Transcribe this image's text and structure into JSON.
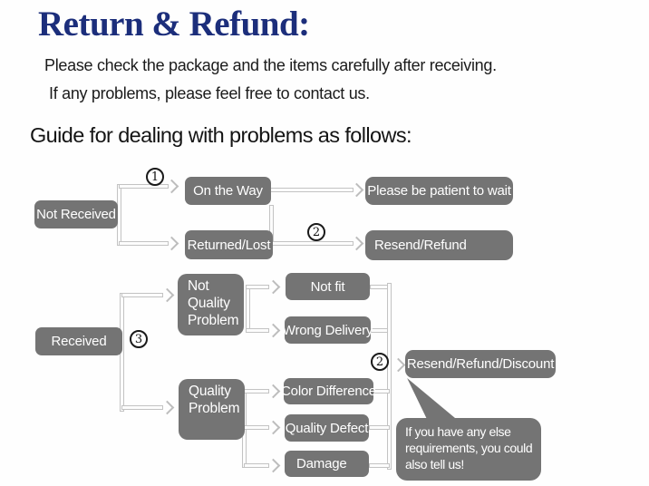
{
  "page": {
    "title": "Return & Refund:",
    "intro_line1": "Please check the package and the items carefully after receiving.",
    "intro_line2": "If any problems, please feel free to contact us.",
    "guide_heading": "Guide for dealing with problems as follows:"
  },
  "colors": {
    "title_navy": "#1c2e7b",
    "box_gray": "#747474",
    "connector_gray": "#c3c3c3",
    "body_text": "#1b1b1b",
    "box_text": "#ffffff"
  },
  "flowchart": {
    "markers": {
      "step1": "1",
      "step2_top": "2",
      "step3": "3",
      "step2_bottom": "2"
    },
    "nodes": {
      "not_received": "Not Received",
      "on_the_way": "On the Way",
      "please_wait": "Please be patient to wait",
      "returned_lost": "Returned/Lost",
      "resend_refund": "Resend/Refund",
      "received": "Received",
      "not_quality_problem": "Not Quality Problem",
      "not_fit": "Not fit",
      "wrong_delivery": "Wrong Delivery",
      "quality_problem": "Quality Problem",
      "color_difference": "Color Difference",
      "quality_defect": "Quality Defect",
      "damage": "Damage",
      "resend_refund_discount": "Resend/Refund/Discount"
    },
    "bubble_lines": [
      "If you have any else",
      "requirements, you could",
      "also tell us!"
    ]
  }
}
